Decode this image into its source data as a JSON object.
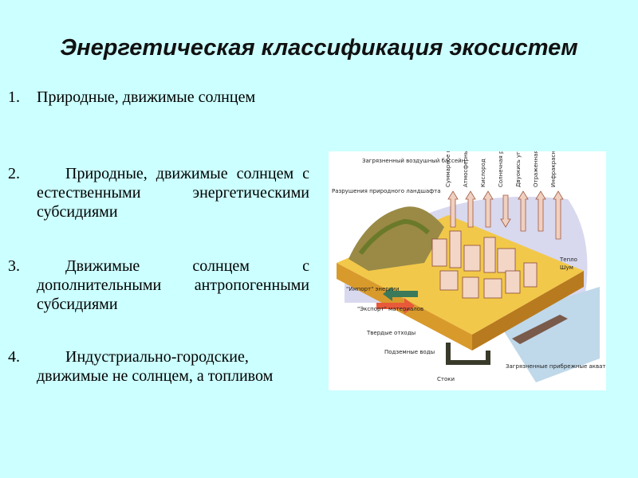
{
  "title": "Энергетическая классификация экосистем",
  "items": [
    {
      "num": "1.",
      "text": "Природные, движимые солнцем"
    },
    {
      "num": "2.",
      "text": "Природные, движимые солнцем с естественными энергетическими субсидиями"
    },
    {
      "num": "3.",
      "text": "Движимые солнцем с дополнительными антропогенными субсидиями"
    },
    {
      "num": "4.",
      "text": "Индустриально-городские, движимые не солнцем, а топливом"
    }
  ],
  "figure": {
    "labels": {
      "polluted_air": "Загрязненный воздушный бассейн",
      "landscape_destruction": "Разрушения природного ландшафта",
      "evaporation": "Суммарное испарение",
      "precipitation": "Атмосферные осадки",
      "oxygen": "Кислород",
      "solar": "Солнечная радиация",
      "co2": "Двуокись углерода",
      "reflected": "Отраженная радиация",
      "infrared": "Инфракрасная радиация",
      "heat": "Тепло",
      "noise": "Шум",
      "energy_import": "\"Импорт\" энергии",
      "material_export": "\"Экспорт\" материалов",
      "solid_waste": "Твердые отходы",
      "groundwater": "Подземные воды",
      "runoff": "Стоки",
      "polluted_coast": "Загрязненные прибрежные акватории"
    }
  }
}
